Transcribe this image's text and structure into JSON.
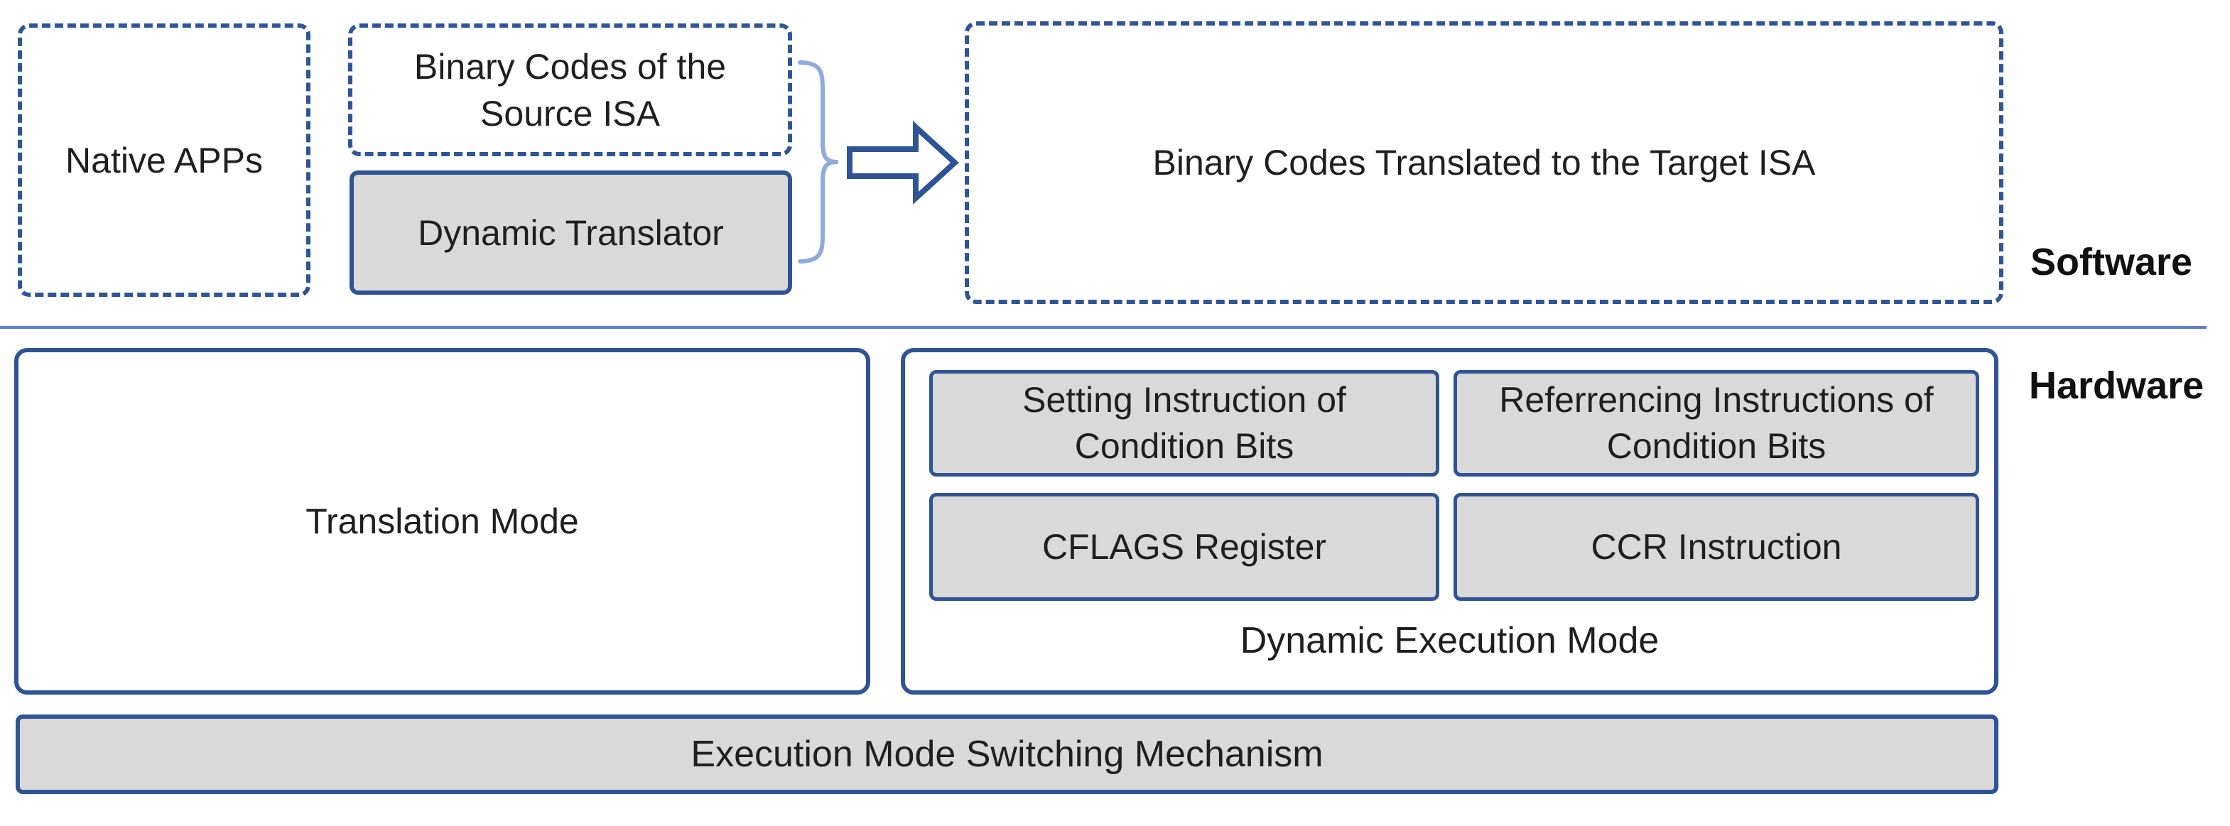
{
  "software_layer": {
    "label": "Software",
    "native_apps": "Native APPs",
    "source_isa": "Binary Codes of the Source ISA",
    "dynamic_translator": "Dynamic Translator",
    "target_isa": "Binary Codes Translated to the Target ISA"
  },
  "hardware_layer": {
    "label": "Hardware",
    "translation_mode": "Translation Mode",
    "dynamic_execution_mode": {
      "title": "Dynamic Execution Mode",
      "components": [
        "Setting Instruction of Condition Bits",
        "Referrencing Instructions of Condition Bits",
        "CFLAGS Register",
        "CCR Instruction"
      ]
    },
    "switching_mechanism": "Execution Mode Switching Mechanism"
  },
  "colors": {
    "border_blue": "#2f5496",
    "dashed_blue": "#2e5597",
    "brace_light_blue": "#8faadc",
    "separator_blue": "#5b7fc7",
    "box_gray": "#d9d9d9",
    "text": "#1f1f1f"
  }
}
